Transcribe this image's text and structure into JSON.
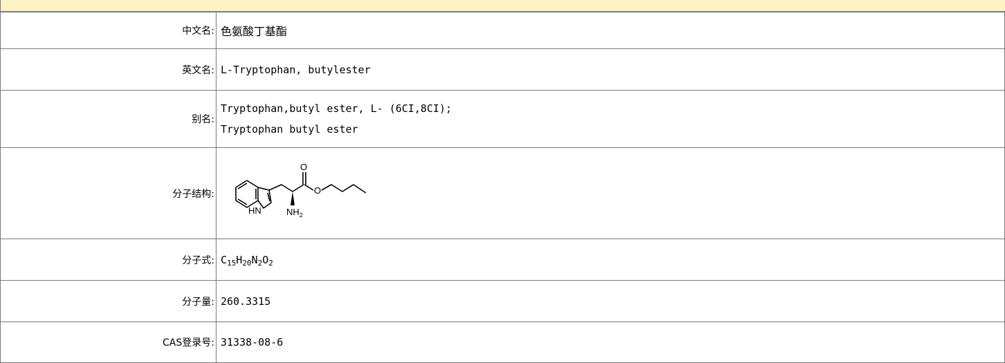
{
  "compound": {
    "rows": {
      "chinese_name": {
        "label": "中文名:",
        "value": "色氨酸丁基酯"
      },
      "english_name": {
        "label": "英文名:",
        "value": "L-Tryptophan, butylester"
      },
      "aliases": {
        "label": "别名:",
        "values": [
          "Tryptophan,butyl ester, L- (6CI,8CI);",
          "Tryptophan butyl ester"
        ]
      },
      "structure": {
        "label": "分子结构:",
        "atom_labels": {
          "oxygen_top": "O",
          "oxygen_ester": "O",
          "nh": "HN",
          "nh2_n": "NH",
          "nh2_sub": "2"
        }
      },
      "formula": {
        "label": "分子式:",
        "parts": [
          {
            "el": "C",
            "n": "15"
          },
          {
            "el": "H",
            "n": "20"
          },
          {
            "el": "N",
            "n": "2"
          },
          {
            "el": "O",
            "n": "2"
          }
        ]
      },
      "molecular_weight": {
        "label": "分子量:",
        "value": "260.3315"
      },
      "cas": {
        "label": "CAS登录号:",
        "value": "31338-08-6"
      }
    }
  },
  "colors": {
    "header_bg": "#fdf3c7",
    "border": "#7a7a7a"
  }
}
